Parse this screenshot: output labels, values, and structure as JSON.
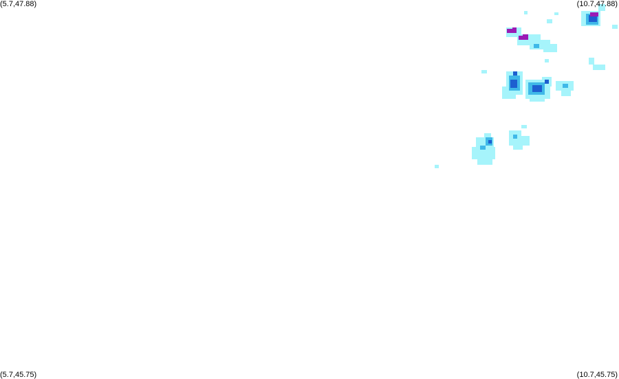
{
  "map": {
    "corners": {
      "top_left": "(5.7,47.88)",
      "top_right": "(10.7,47.88)",
      "bottom_left": "(5.7,45.75)",
      "bottom_right": "(10.7,45.75)"
    },
    "colors": {
      "background": "#ffffff",
      "light": "#a6f4fb",
      "medium": "#3fb8e8",
      "strong": "#1d5fd0",
      "intense": "#9b1bb5"
    }
  }
}
